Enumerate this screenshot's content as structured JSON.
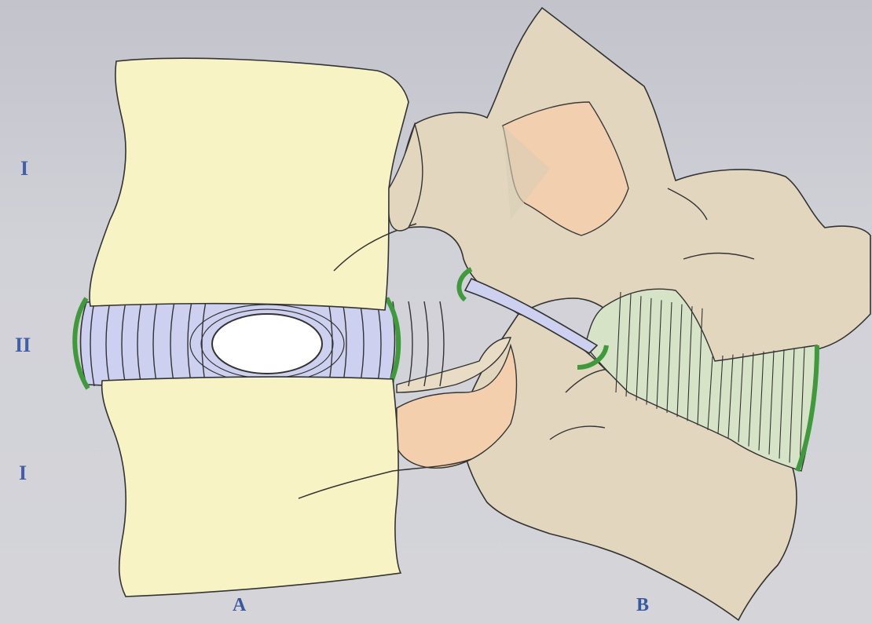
{
  "labels": {
    "level_top": "I",
    "level_disc": "II",
    "level_bottom": "I",
    "view_a": "A",
    "view_b": "B"
  },
  "colors": {
    "vertebral_body": "#f8f3c4",
    "disc": "#cdd0ee",
    "nucleus": "#ffffff",
    "posterior_bone": "#e2d6bf",
    "facet_cartilage": "#f3cfae",
    "ligament": "#d6e3c6",
    "green_rim": "#3f9a3c",
    "outline": "#333333",
    "label": "#3f5fa8"
  }
}
